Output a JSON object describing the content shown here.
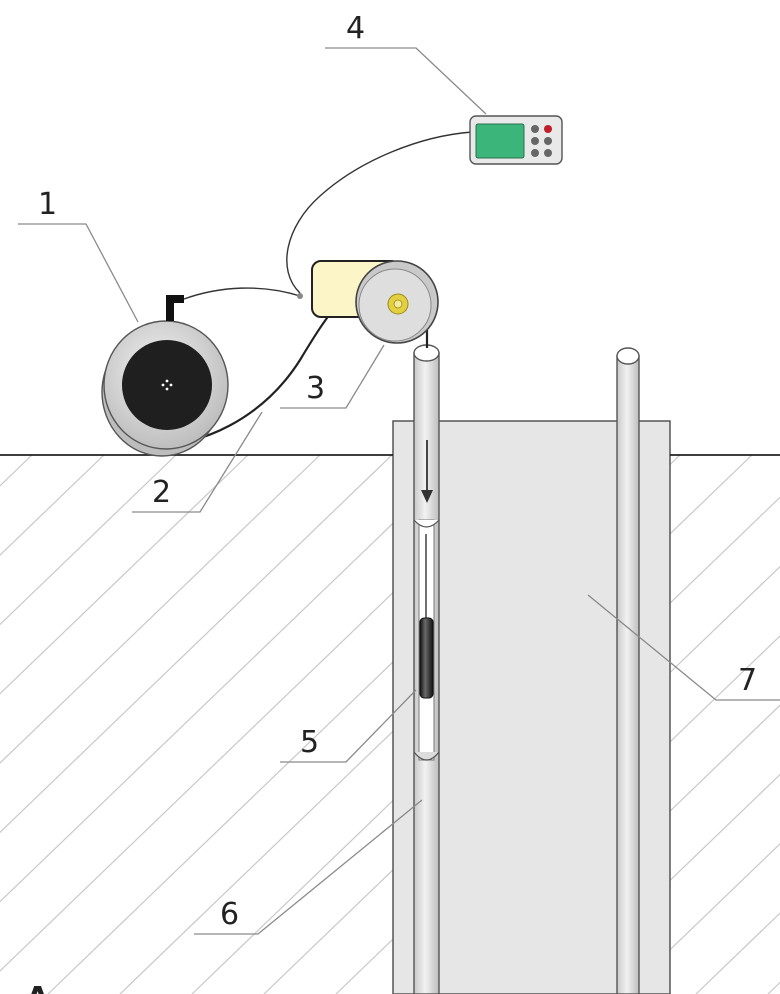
{
  "labels": {
    "reel": "1",
    "cable": "2",
    "pulley": "3",
    "readout_unit": "4",
    "probe": "5",
    "guide_tube": "6",
    "borehole_fill": "7",
    "corner_letter": "A"
  },
  "icons": {
    "descent_direction": "down-arrow-icon"
  },
  "colors": {
    "ground_line": "#222222",
    "hatch": "#c8c8c8",
    "fill_block": "#e6e6e6",
    "reel_core": "#1f1f1f",
    "pulley_hub": "#e3d040",
    "display_screen": "#3bb57a",
    "red_button": "#c21d2a",
    "interface_box": "#fbf5c8"
  }
}
